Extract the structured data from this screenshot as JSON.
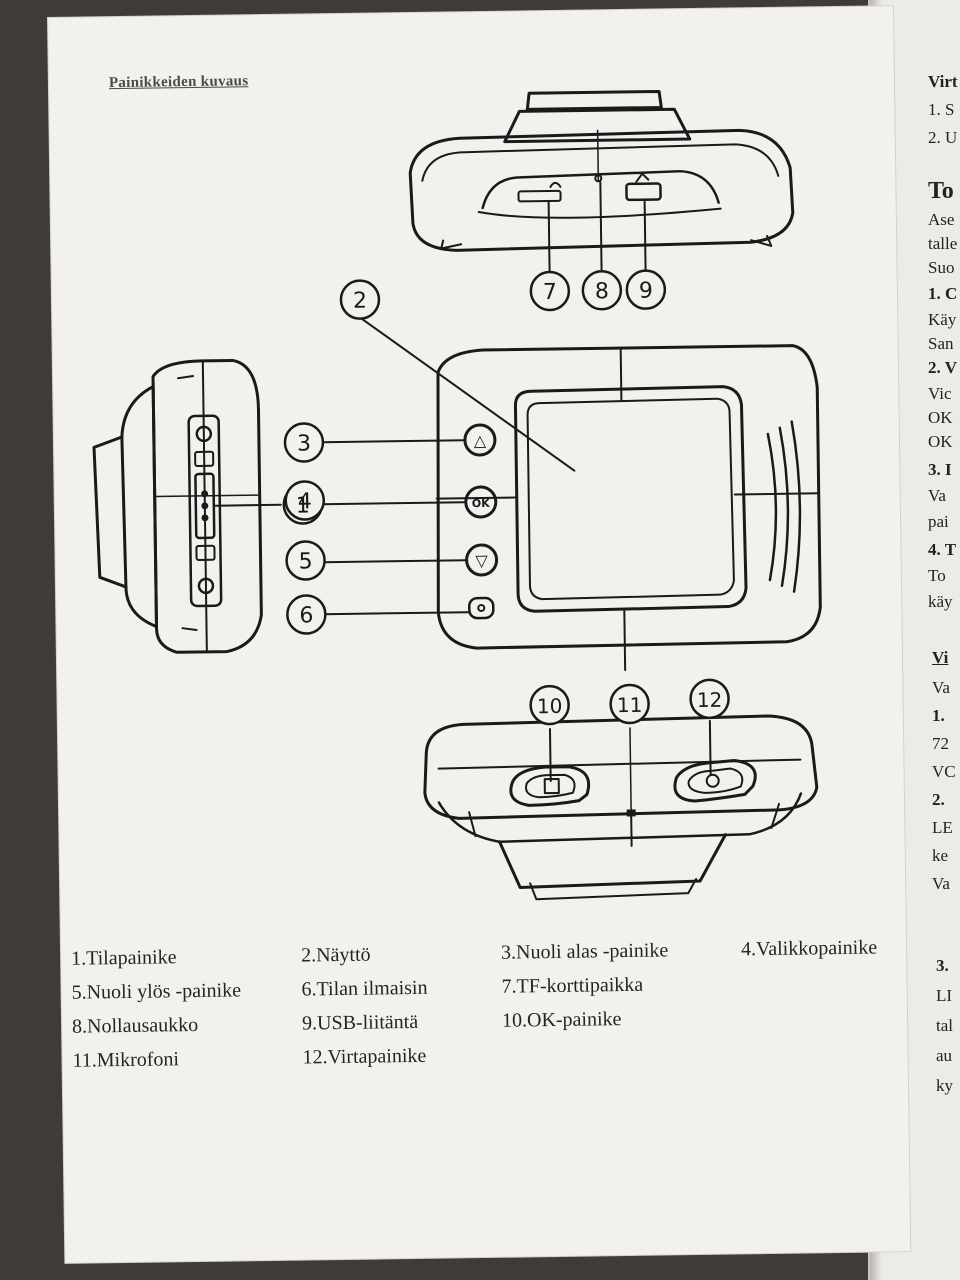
{
  "page": {
    "section_title": "Painikkeiden kuvaus"
  },
  "callouts": [
    "1",
    "2",
    "3",
    "4",
    "5",
    "6",
    "7",
    "8",
    "9",
    "10",
    "11",
    "12"
  ],
  "legend": [
    "1.Tilapainike",
    "2.Näyttö",
    "3.Nuoli alas -painike",
    "4.Valikkopainike",
    "5.Nuoli ylös -painike",
    "6.Tilan ilmaisin",
    "7.TF-korttipaikka",
    "8.Nollausaukko",
    "9.USB-liitäntä",
    "10.OK-painike",
    "11.Mikrofoni",
    "12.Virtapainike"
  ],
  "right_page_fragments": [
    "Virt",
    "1. S",
    "2. U",
    "To",
    "Ase",
    "talle",
    "Suo",
    "1. C",
    "Käy",
    "San",
    "2. V",
    "Vic",
    "OK",
    "OK",
    "3. I",
    "Va",
    "pai",
    "4. T",
    "To",
    "käy",
    "Vi",
    "Va",
    "1.",
    "72",
    "VC",
    "2.",
    "LE",
    "ke",
    "Va",
    "3.",
    "LI",
    "tal",
    "au",
    "ky"
  ],
  "button_glyphs": {
    "up": "△",
    "ok": "OK",
    "down": "▽"
  }
}
